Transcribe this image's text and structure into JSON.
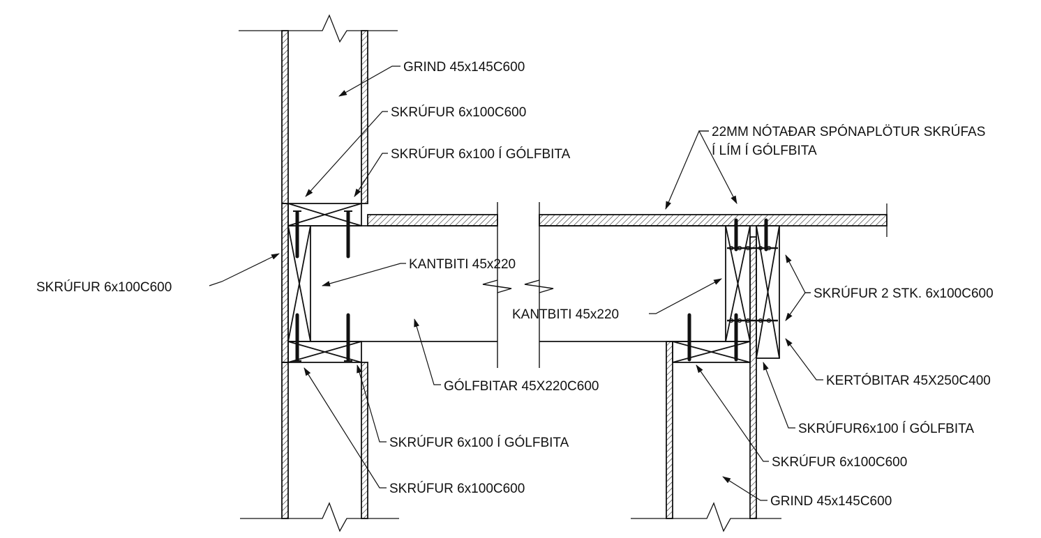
{
  "labels": {
    "grind_top_left": "GRIND 45x145C600",
    "skrufur_c600_upper": "SKRÚFUR 6x100C600",
    "skrufur_golfbita_upper": "SKRÚFUR 6x100 Í GÓLFBITA",
    "sponaplotur_line1": "22MM NÓTAÐAR SPÓNAPLÖTUR SKRÚFAS",
    "sponaplotur_line2": "Í LÍM Í GÓLFBITA",
    "kantbiti_left": "KANTBITI 45x220",
    "skrufur_c600_left": "SKRÚFUR 6x100C600",
    "kantbiti_right": "KANTBITI 45x220",
    "skrufur_2stk": "SKRÚFUR 2 STK. 6x100C600",
    "golfbitar": "GÓLFBITAR 45X220C600",
    "kertobitar": "KERTÓBITAR 45X250C400",
    "skrufur_golfbita_right": "SKRÚFUR6x100 Í GÓLFBITA",
    "skrufur_golfbita_lower": "SKRÚFUR 6x100 Í GÓLFBITA",
    "skrufur_c600_right_lower": "SKRÚFUR 6x100C600",
    "skrufur_c600_lower": "SKRÚFUR 6x100C600",
    "grind_bottom_right": "GRIND 45x145C600"
  },
  "colors": {
    "line": "#111111",
    "background": "#ffffff"
  }
}
